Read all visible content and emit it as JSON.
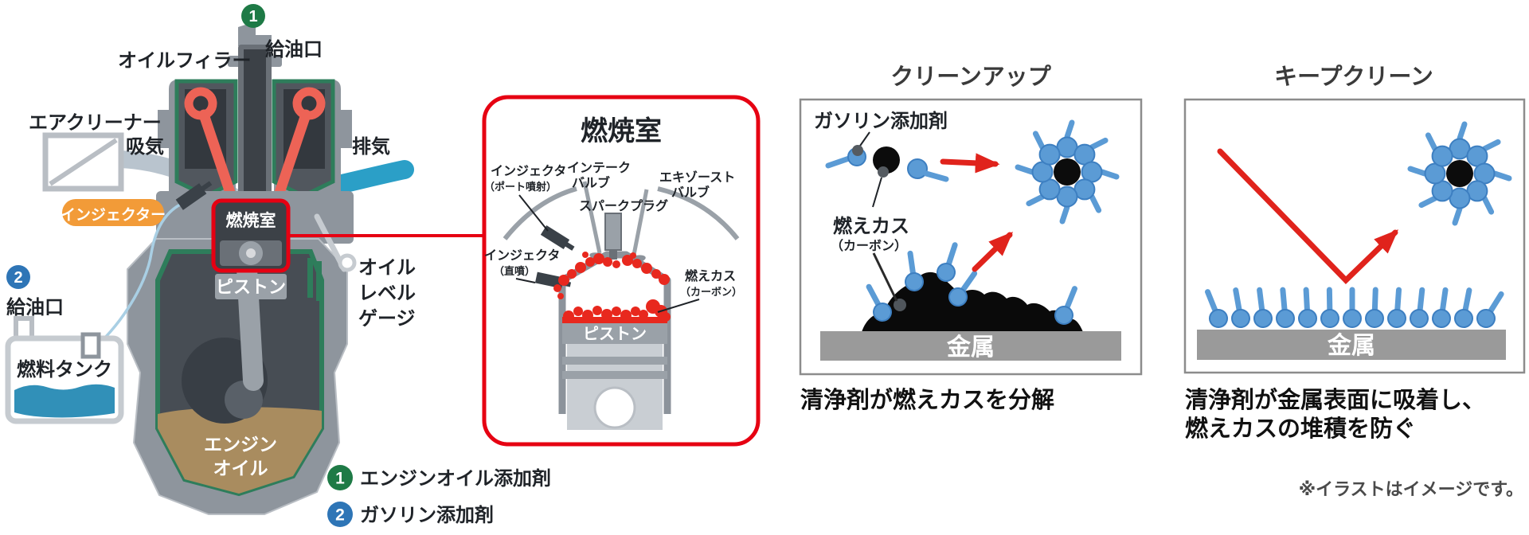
{
  "engine": {
    "labels": {
      "num1": "1",
      "fuel_port_top": "給油口",
      "oil_filler": "オイルフィラー",
      "air_cleaner": "エアクリーナー",
      "intake": "吸気",
      "exhaust": "排気",
      "injector_tag": "インジェクター",
      "combustion_chamber": "燃焼室",
      "num2": "2",
      "fuel_port_left": "給油口",
      "fuel_tank": "燃料タンク",
      "piston": "ピストン",
      "engine_oil_line1": "エンジン",
      "engine_oil_line2": "オイル",
      "oil_level_line1": "オイル",
      "oil_level_line2": "レベル",
      "oil_level_line3": "ゲージ"
    },
    "legend": [
      {
        "num": "1",
        "label": "エンジンオイル添加剤",
        "color": "#1e7a46"
      },
      {
        "num": "2",
        "label": "ガソリン添加剤",
        "color": "#2e75b6"
      }
    ]
  },
  "detail": {
    "title": "燃焼室",
    "labels": {
      "injector_port_1": "インジェクタ",
      "injector_port_2": "（ポート噴射）",
      "intake_valve_1": "インテーク",
      "intake_valve_2": "バルブ",
      "exhaust_valve_1": "エキゾースト",
      "exhaust_valve_2": "バルブ",
      "spark_plug": "スパークプラグ",
      "injector_direct_1": "インジェクタ",
      "injector_direct_2": "（直噴）",
      "carbon_1": "燃えカス",
      "carbon_2": "（カーボン）",
      "piston": "ピストン"
    }
  },
  "cleanup": {
    "title": "クリーンアップ",
    "labels": {
      "gasoline_additive": "ガソリン添加剤",
      "carbon_1": "燃えカス",
      "carbon_2": "（カーボン）",
      "metal": "金属"
    },
    "caption": "清浄剤が燃えカスを分解"
  },
  "keepclean": {
    "title": "キープクリーン",
    "labels": {
      "metal": "金属"
    },
    "caption_line1": "清浄剤が金属表面に吸着し、",
    "caption_line2": "燃えカスの堆積を防ぐ"
  },
  "note": "※イラストはイメージです。",
  "colors": {
    "accent_red": "#e0231c",
    "box_red": "#e60012",
    "molecule_blue": "#5b9bd5",
    "metal_gray": "#9a9a9a",
    "gasket_green": "#2e7d5b",
    "legend_green": "#1e7a46",
    "legend_blue": "#2e75b6",
    "exhaust_teal": "#2b9fc7",
    "injector_orange": "#f29b38",
    "oil_tan": "#a98c5f",
    "fuel_blue": "#3190b8"
  }
}
